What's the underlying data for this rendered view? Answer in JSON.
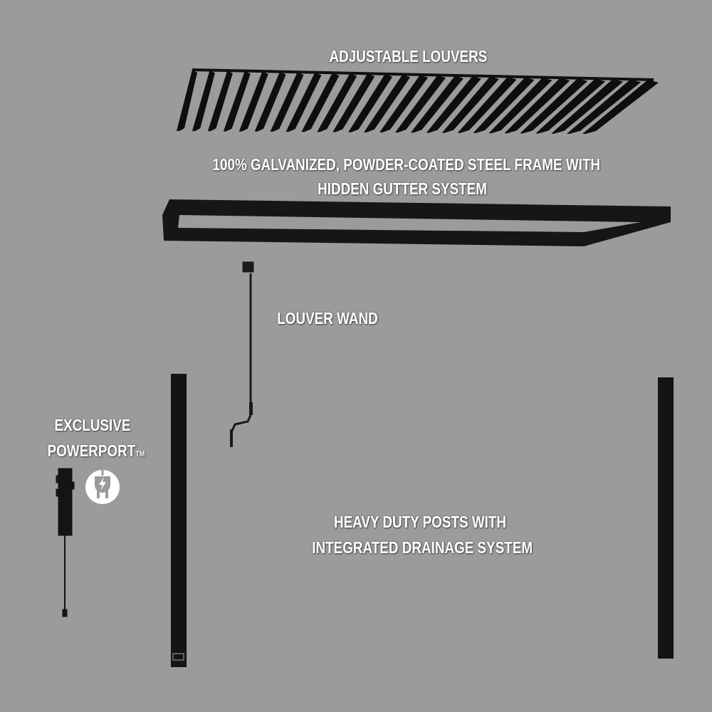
{
  "background_color": "#9b9b9b",
  "component_color": "#111111",
  "labels": {
    "louvers": "ADJUSTABLE LOUVERS",
    "frame_line1": "100% GALVANIZED, POWDER-COATED STEEL FRAME WITH",
    "frame_line2": "HIDDEN GUTTER SYSTEM",
    "wand": "LOUVER WAND",
    "powerport_line1": "EXCLUSIVE",
    "powerport_line2": "POWERPORT",
    "powerport_tm": "TM",
    "posts_line1": "HEAVY DUTY POSTS WITH",
    "posts_line2": "INTEGRATED DRAINAGE SYSTEM"
  },
  "icons": {
    "power_plug": "plug-with-lightning-bolt"
  },
  "louver_count": 27
}
